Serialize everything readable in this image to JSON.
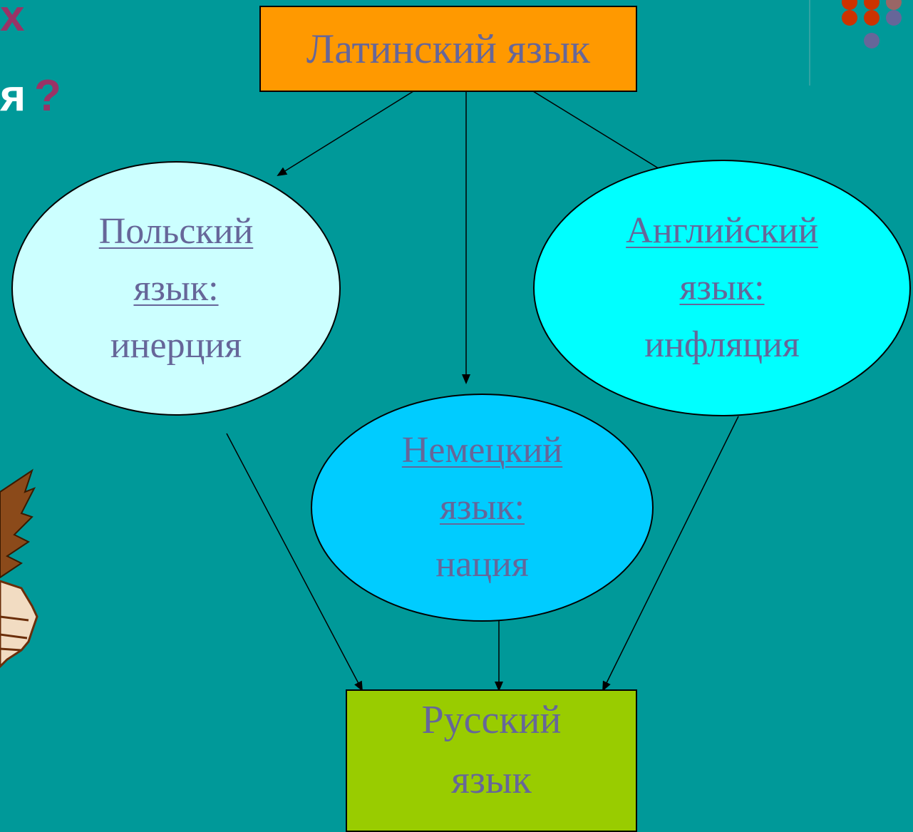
{
  "slide": {
    "partial_title_top": "х",
    "partial_title_bottom": "я",
    "partial_title_question": "?"
  },
  "nodes": {
    "latin": "Латинский язык",
    "polish": {
      "link_line1": "Польский",
      "link_line2": "язык:",
      "word": "инерция"
    },
    "english": {
      "link_line1": "Английский",
      "link_line2": "язык:",
      "word": "инфляция"
    },
    "german": {
      "link_line1": "Немецкий",
      "link_line2": "язык:",
      "word": "нация"
    },
    "russian": {
      "line1": "Русский",
      "line2": "язык"
    }
  },
  "colors": {
    "background": "#009999",
    "latin_box": "#ff9900",
    "polish_ellipse": "#ccffff",
    "english_ellipse": "#00ffff",
    "german_ellipse": "#00ccff",
    "russian_box": "#99cc00",
    "text": "#666699"
  }
}
